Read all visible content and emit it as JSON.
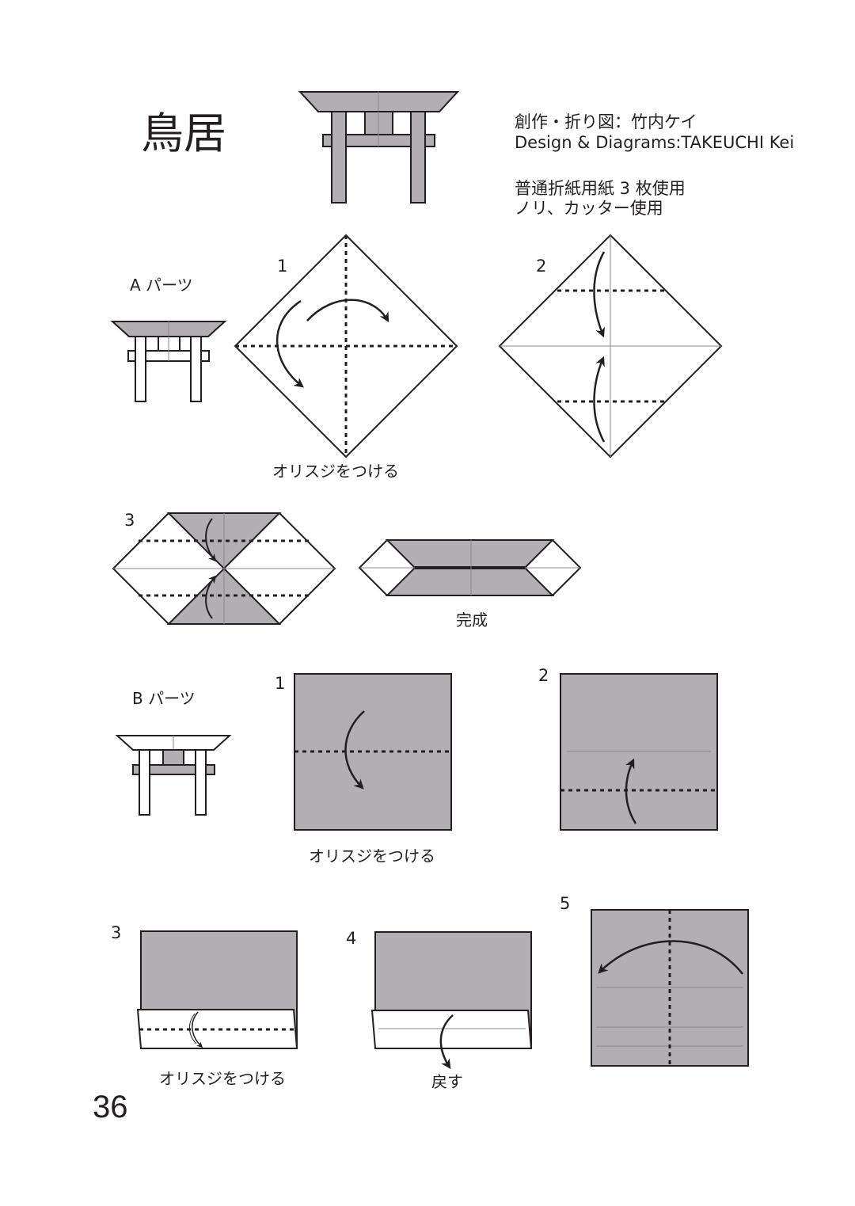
{
  "title": "鳥居",
  "credits": {
    "line1": "創作・折り図：竹内ケイ",
    "line2": "Design & Diagrams:TAKEUCHI Kei",
    "line3": "普通折紙用紙 3 枚使用",
    "line4": "ノリ、カッター使用"
  },
  "part_a": {
    "label": "A パーツ",
    "steps": [
      {
        "num": "1",
        "caption": "オリスジをつける"
      },
      {
        "num": "2"
      },
      {
        "num": "3"
      }
    ],
    "result_caption": "完成"
  },
  "part_b": {
    "label": "B パーツ",
    "steps": [
      {
        "num": "1",
        "caption": "オリスジをつける"
      },
      {
        "num": "2"
      },
      {
        "num": "3",
        "caption": "オリスジをつける"
      },
      {
        "num": "4",
        "caption": "戻す"
      },
      {
        "num": "5"
      }
    ]
  },
  "page_number": "36",
  "colors": {
    "paper_gray": "#b1afb3",
    "line": "#231f20",
    "white": "#ffffff"
  }
}
